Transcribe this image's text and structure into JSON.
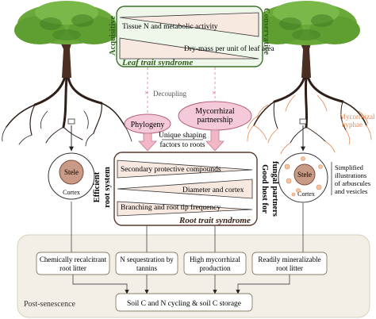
{
  "colors": {
    "leaf_green": "#6aa83a",
    "dark_green": "#3f7d22",
    "trunk": "#4a2f22",
    "root": "#2e1f18",
    "mycorrhizal": "#e08a55",
    "leaf_box_border": "#3b6e2a",
    "leaf_box_fill": "#eef7ea",
    "wedge_fill": "#f7e9e0",
    "root_box_border": "#5a3a2e",
    "bubble_fill": "#f4c9d9",
    "bubble_border": "#b4637a",
    "arrow_pink": "#f1b7c7",
    "post_bg": "#f3efe6"
  },
  "leaf_box": {
    "left_label": "Acquisitive",
    "right_label": "Conservative",
    "trait_1": "Tissue N and metabolic activity",
    "trait_2": "Dry-mass per unit of leaf area",
    "title": "Leaf trait syndrome"
  },
  "decoupling_label": "Decoupling",
  "phylogeny_label": "Phylogeny",
  "mycorrhizal_partnership_label": [
    "Mycorrhizal",
    "partnership"
  ],
  "shaping_label": [
    "Unique shaping",
    "factors to roots"
  ],
  "mycorrhizal_hyphae_label": [
    "Mycorrhizal",
    "hyphae"
  ],
  "root_box": {
    "left_label": [
      "Efficient",
      "root system"
    ],
    "right_label": [
      "Good host for",
      "fungal partners"
    ],
    "trait_1": "Secondary protective compounds",
    "trait_2": "Diameter and cortex",
    "trait_3": "Branching and root tip frequency",
    "title": "Root trait syndrome"
  },
  "left_cross_section": {
    "stele": "Stele",
    "cortex": "Cortex"
  },
  "right_cross_section": {
    "stele": "Stele",
    "cortex": "Cortex",
    "note": [
      "Simplified",
      "illustrations",
      "of arbuscules",
      "and vesicles"
    ]
  },
  "post_senescence": {
    "label": "Post-senescence",
    "boxes": [
      [
        "Chemically recalcitrant",
        "root litter"
      ],
      [
        "N sequestration by",
        "tannins"
      ],
      [
        "High mycorrhizal",
        "production"
      ],
      [
        "Readily mineralizable",
        "root litter"
      ]
    ],
    "bottom_box": "Soil C and N cycling & soil C storage"
  }
}
